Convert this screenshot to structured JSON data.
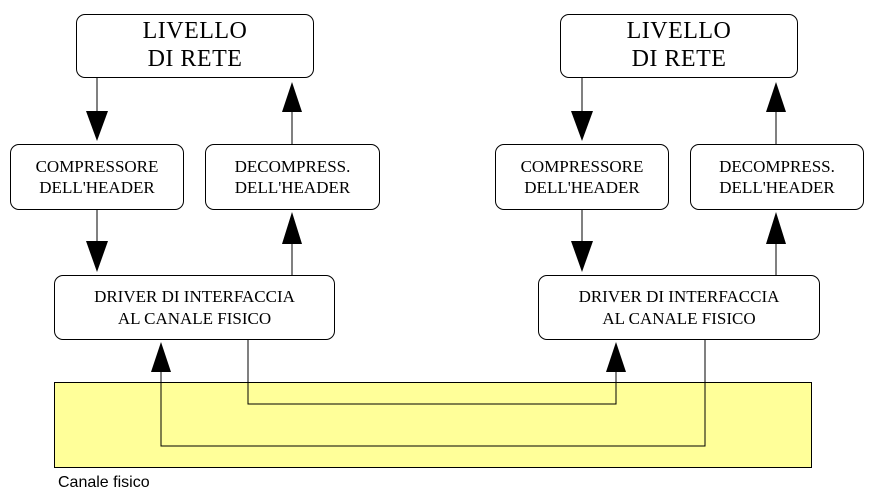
{
  "network_layer": {
    "line1": "LIVELLO",
    "line2": "DI RETE"
  },
  "compressor": {
    "line1": "COMPRESSORE",
    "line2": "DELL'HEADER"
  },
  "decompressor": {
    "line1": "DECOMPRESS.",
    "line2": "DELL'HEADER"
  },
  "driver": {
    "line1": "DRIVER DI INTERFACCIA",
    "line2": "AL CANALE FISICO"
  },
  "channel": {
    "label": "Canale fisico",
    "fill_color": "#ffff99"
  }
}
